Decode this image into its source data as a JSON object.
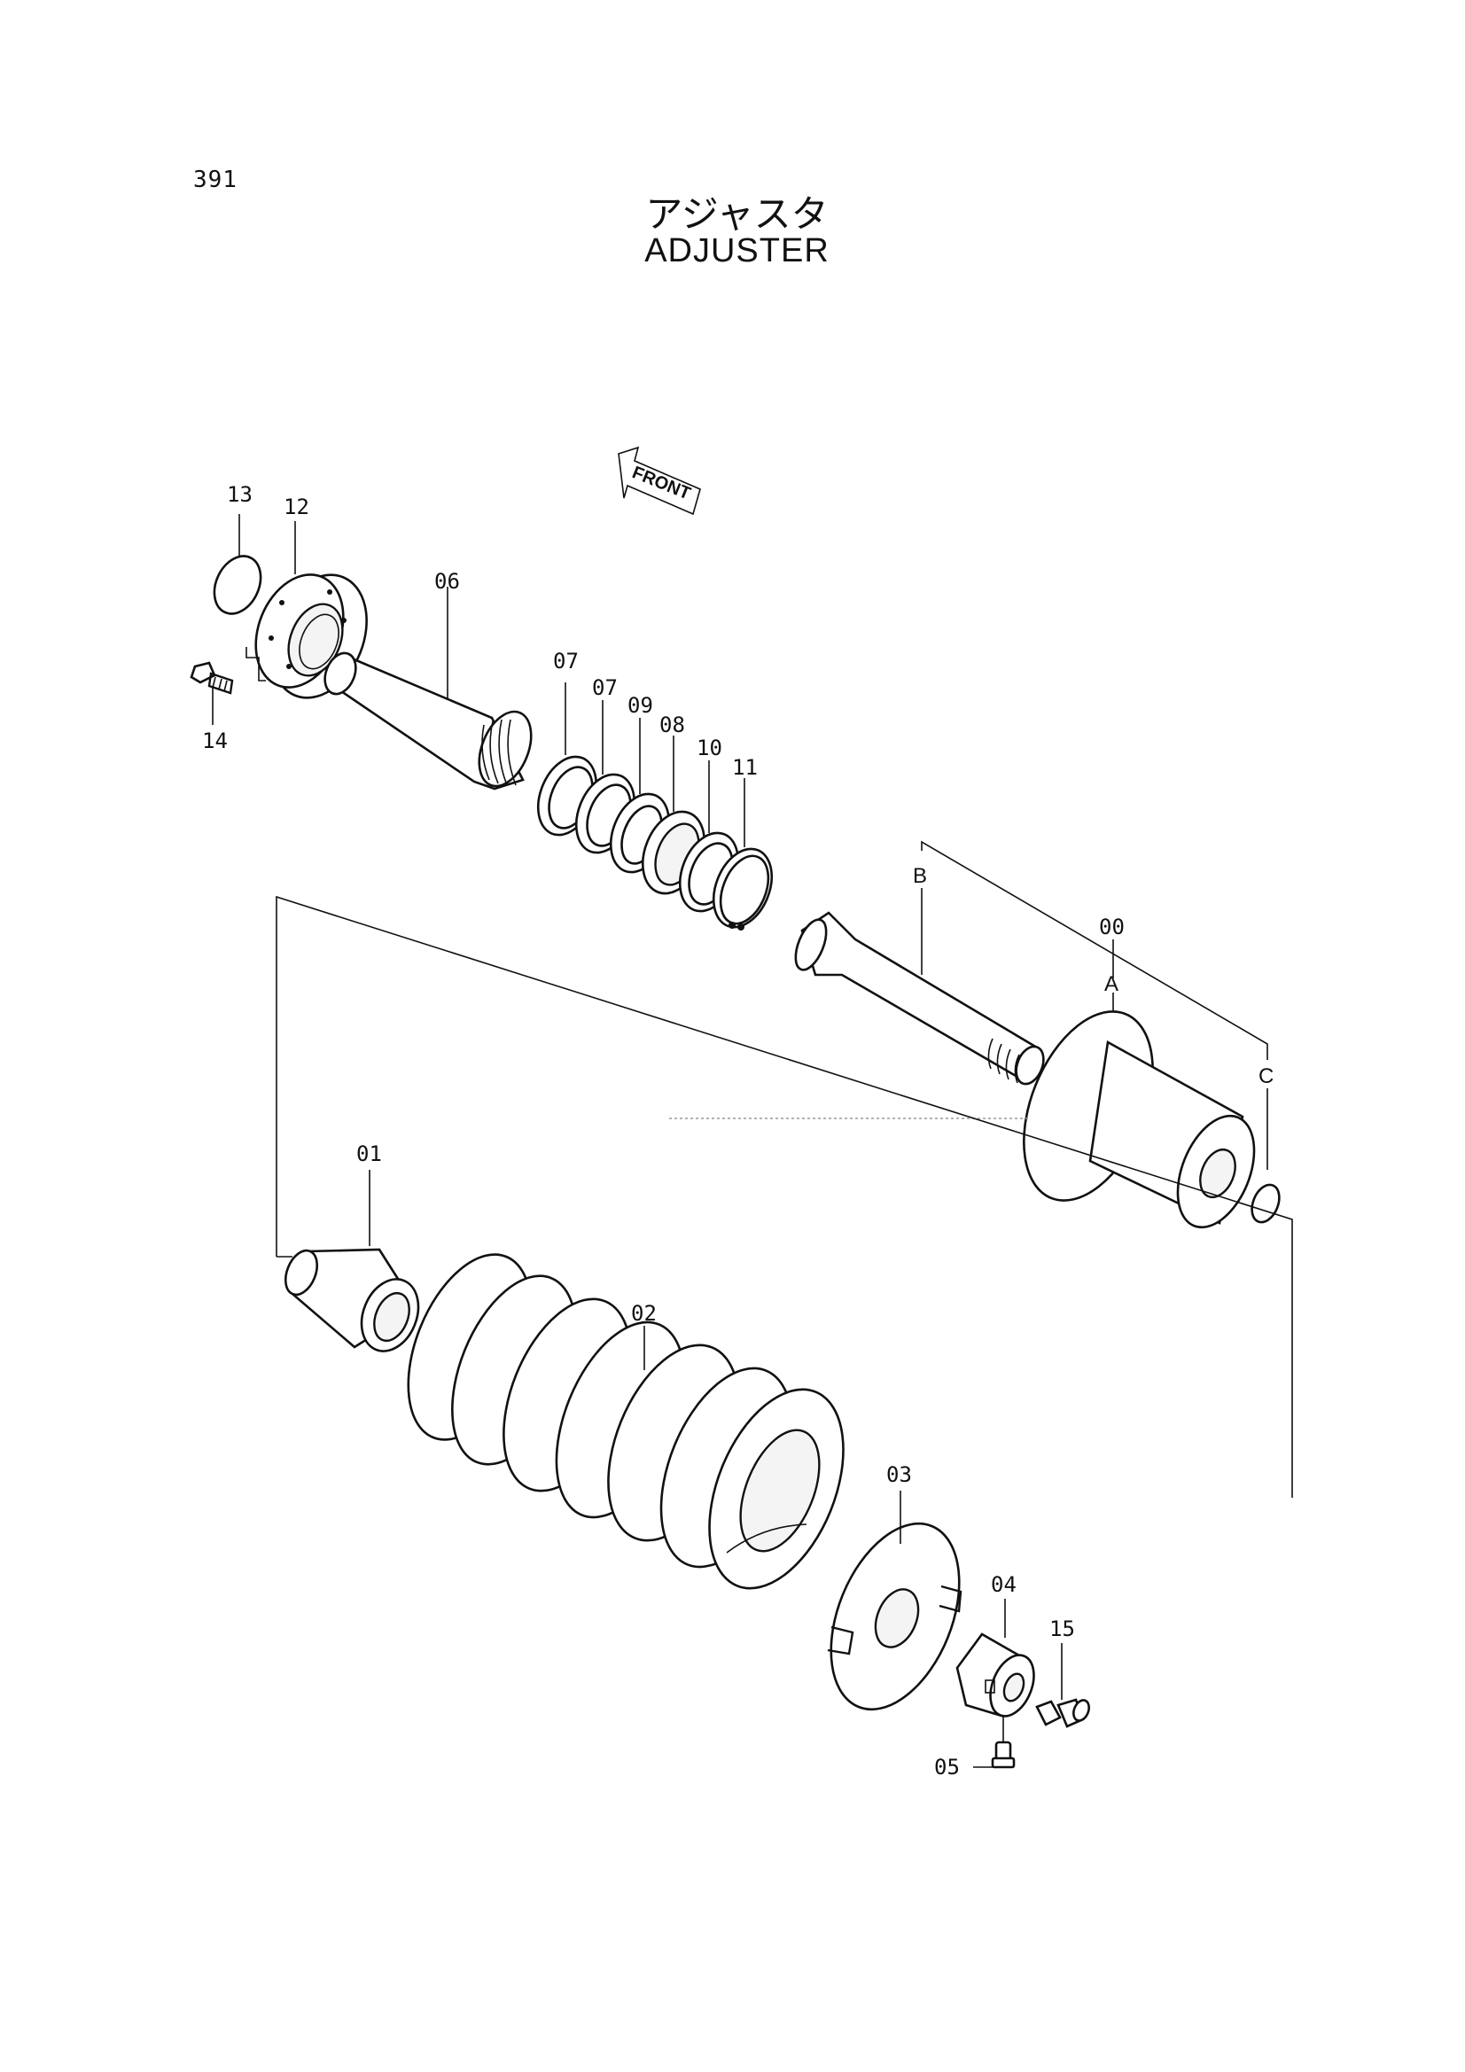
{
  "page_number": "391",
  "title_jp": "アジャスタ",
  "title_en": "ADJUSTER",
  "front_label": "FRONT",
  "part_labels": {
    "p13": "13",
    "p12": "12",
    "p14": "14",
    "p06": "06",
    "p07a": "07",
    "p07b": "07",
    "p09": "09",
    "p08": "08",
    "p10": "10",
    "p11": "11",
    "pB": "B",
    "p00": "00",
    "pA": "A",
    "pC": "C",
    "p01": "01",
    "p02": "02",
    "p03": "03",
    "p04": "04",
    "p15": "15",
    "p05": "05"
  }
}
